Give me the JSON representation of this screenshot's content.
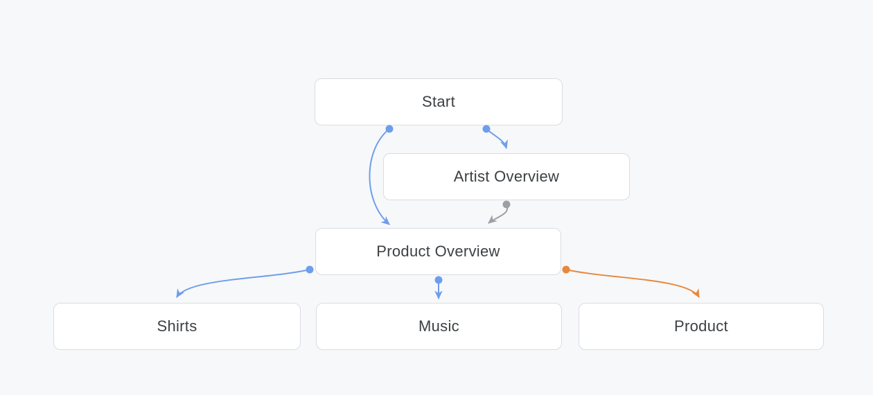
{
  "colors": {
    "background": "#F7F8FA",
    "node_fill": "#FFFFFF",
    "node_border": "#DADCE0",
    "text": "#3C4043",
    "blue": "#6D9EEB",
    "gray": "#9AA0A6",
    "orange": "#E8873B"
  },
  "nodes": [
    {
      "id": "start",
      "label": "Start"
    },
    {
      "id": "artist-overview",
      "label": "Artist Overview"
    },
    {
      "id": "product-overview",
      "label": "Product Overview"
    },
    {
      "id": "shirts",
      "label": "Shirts"
    },
    {
      "id": "music",
      "label": "Music"
    },
    {
      "id": "product",
      "label": "Product"
    }
  ],
  "edges": [
    {
      "from": "start",
      "to": "artist-overview",
      "color": "blue"
    },
    {
      "from": "start",
      "to": "product-overview",
      "color": "blue"
    },
    {
      "from": "artist-overview",
      "to": "product-overview",
      "color": "gray"
    },
    {
      "from": "product-overview",
      "to": "shirts",
      "color": "blue"
    },
    {
      "from": "product-overview",
      "to": "music",
      "color": "blue"
    },
    {
      "from": "product-overview",
      "to": "product",
      "color": "orange"
    }
  ]
}
